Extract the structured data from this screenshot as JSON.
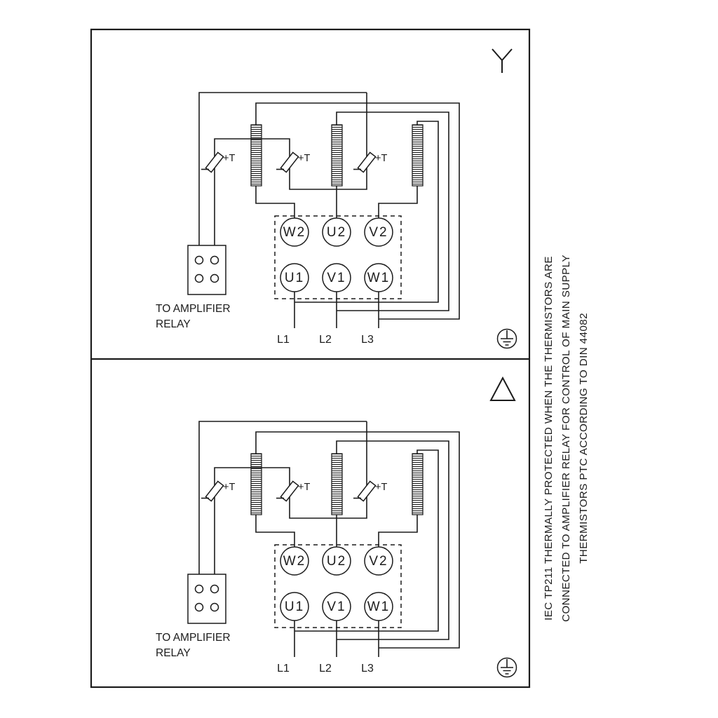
{
  "note": {
    "lines": [
      "IEC TP211 THERMALLY PROTECTED WHEN THE THERMISTORS ARE",
      "CONNECTED TO AMPLIFIER RELAY FOR CONTROL OF MAIN SUPPLY",
      "THERMISTORS PTC ACCORDING TO DIN 44082"
    ]
  },
  "labels": {
    "thermistor": "+T",
    "relay_line1": "TO AMPLIFIER",
    "relay_line2": "RELAY",
    "terminals_top": [
      "W2",
      "U2",
      "V2"
    ],
    "terminals_bottom": [
      "U1",
      "V1",
      "W1"
    ],
    "supply": [
      "L1",
      "L2",
      "L3"
    ]
  },
  "sections": [
    {
      "connection": "star",
      "symbol_icon": "star-connection-icon"
    },
    {
      "connection": "delta",
      "symbol_icon": "delta-connection-icon"
    }
  ],
  "icons": {
    "ground": "protective-earth-icon",
    "winding": "motor-winding-coil",
    "thermistor": "ptc-thermistor-icon"
  },
  "colors": {
    "line": "#1c1c1c",
    "background": "#ffffff"
  }
}
